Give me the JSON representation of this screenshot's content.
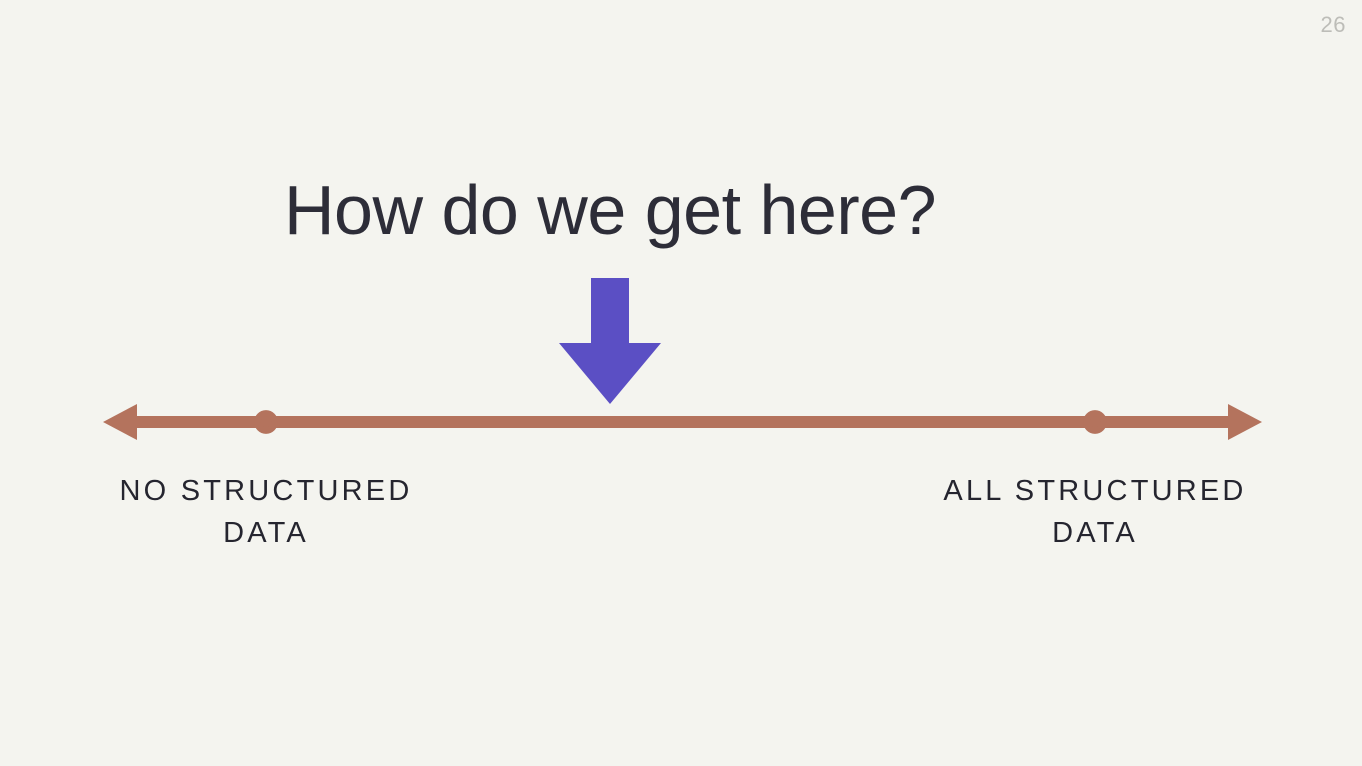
{
  "slide": {
    "page_number": "26",
    "background_color": "#f4f4ef",
    "headline": "How do we get here?",
    "headline_color": "#2d2d38"
  },
  "arrow": {
    "name": "down-arrow",
    "color": "#5b4fc4",
    "direction": "down"
  },
  "spectrum": {
    "line_color": "#b4735d",
    "marker_fill": "#f4f4ef",
    "left_arrowhead": "arrow-left",
    "right_arrowhead": "arrow-right",
    "markers": [
      {
        "name": "marker-no-structured-data",
        "position_pct": 14.6
      },
      {
        "name": "marker-all-structured-data",
        "position_pct": 85.1
      }
    ],
    "labels": {
      "left": {
        "line1": "NO STRUCTURED",
        "line2": "DATA"
      },
      "right": {
        "line1": "ALL STRUCTURED",
        "line2": "DATA"
      }
    }
  }
}
